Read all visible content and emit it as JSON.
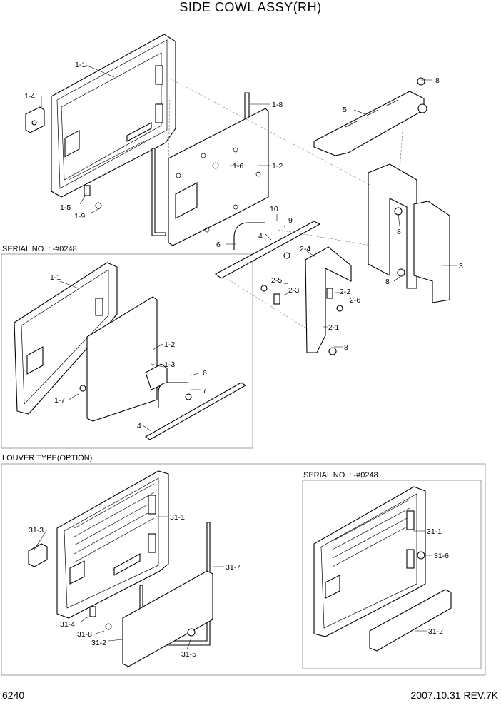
{
  "title": "SIDE COWL ASSY(RH)",
  "sections": {
    "serial_upper": "SERIAL NO. : -#0248",
    "louver": "LOUVER TYPE(OPTION)",
    "serial_lower": "SERIAL NO. : -#0248"
  },
  "footer": {
    "page_code": "6240",
    "date_rev": "2007.10.31  REV.7K"
  },
  "callouts": {
    "main": [
      "1-1",
      "1-4",
      "1-8",
      "1-2",
      "1-6",
      "1-5",
      "1-9",
      "5",
      "8",
      "8",
      "3",
      "8",
      "10",
      "9",
      "4",
      "6",
      "2-4",
      "2-5",
      "2-3",
      "2-2",
      "2-6",
      "2-1",
      "8"
    ],
    "serial_upper": [
      "1-1",
      "1-2",
      "1-3",
      "1-7",
      "6",
      "7",
      "4"
    ],
    "louver": [
      "31-3",
      "31-1",
      "31-7",
      "31-4",
      "31-8",
      "31-2",
      "31-5"
    ],
    "serial_lower": [
      "31-1",
      "31-6",
      "31-2"
    ]
  }
}
